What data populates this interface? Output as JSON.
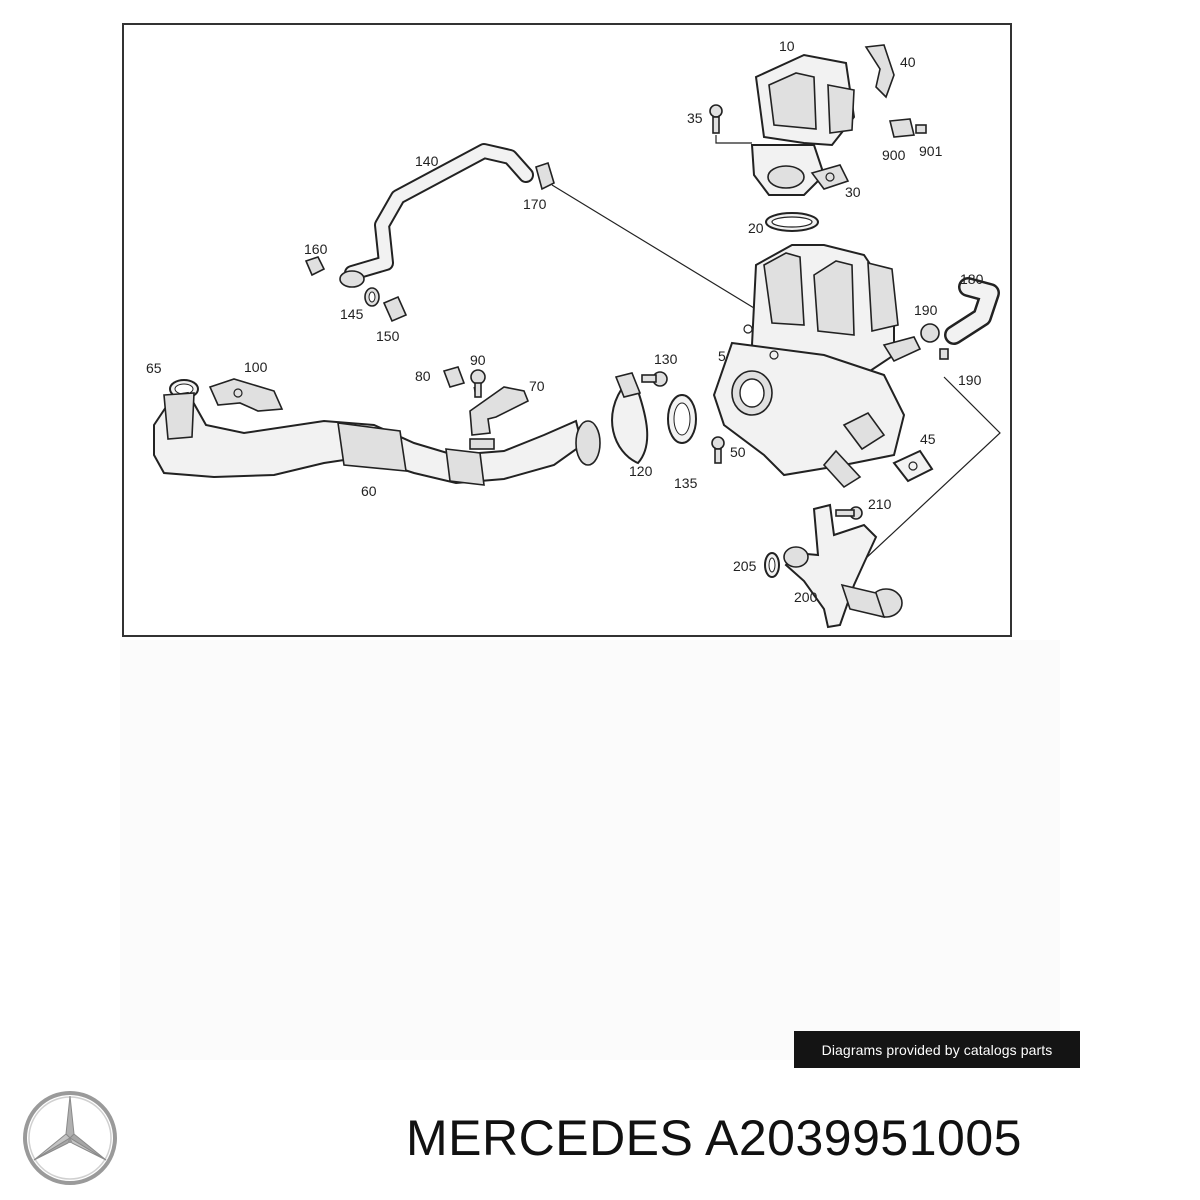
{
  "diagram": {
    "callouts": {
      "c10": "10",
      "c40": "40",
      "c35": "35",
      "c900": "900",
      "c901": "901",
      "c30": "30",
      "c140": "140",
      "c170": "170",
      "c20": "20",
      "c160": "160",
      "c145": "145",
      "c150": "150",
      "c180": "180",
      "c190a": "190",
      "c190b": "190",
      "c65": "65",
      "c100": "100",
      "c80": "80",
      "c90": "90",
      "c70": "70",
      "c130": "130",
      "c5": "5",
      "c60": "60",
      "c120": "120",
      "c135": "135",
      "c50": "50",
      "c45": "45",
      "c210": "210",
      "c205": "205",
      "c200": "200"
    }
  },
  "footer": {
    "credit": "Diagrams provided by catalogs parts",
    "brand": "MERCEDES",
    "part_number": "A2039951005"
  },
  "icons": {
    "logo": "mercedes-star-logo"
  },
  "colors": {
    "credit_bg": "#141414",
    "text": "#111111"
  }
}
